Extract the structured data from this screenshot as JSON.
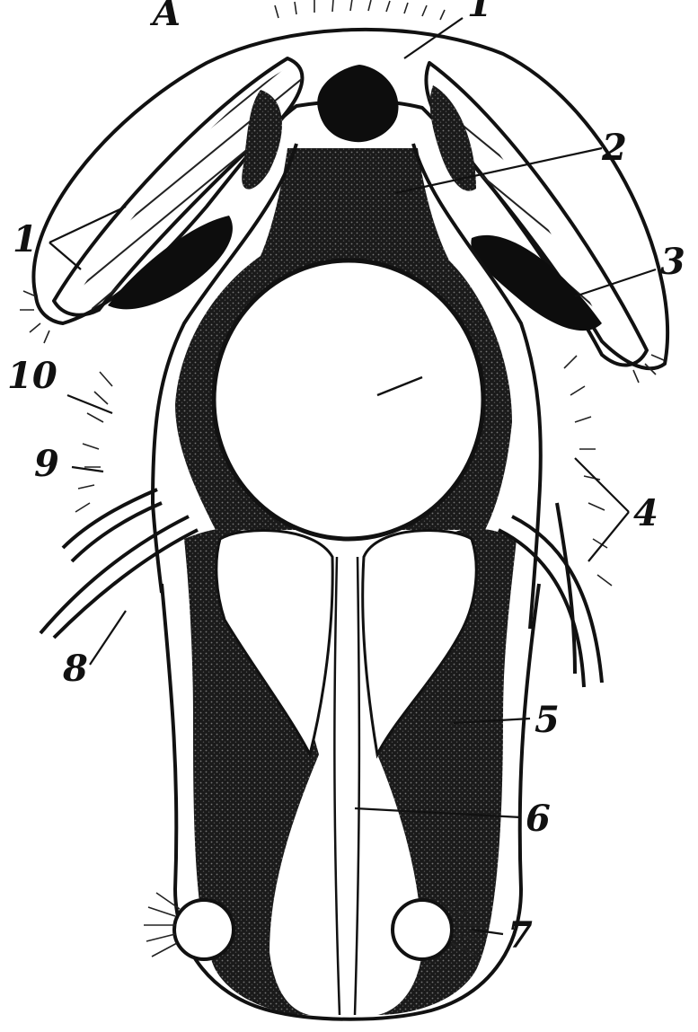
{
  "figure": {
    "panel_letter": "A",
    "labels": {
      "l1_top": "1",
      "l1_left": "1",
      "l2": "2",
      "l3": "3",
      "l4": "4",
      "l5": "5",
      "l6": "6",
      "l7": "7",
      "l8": "8",
      "l9": "9",
      "l10": "10"
    }
  },
  "colors": {
    "ink": "#0d0d0d",
    "paper": "#ffffff"
  }
}
